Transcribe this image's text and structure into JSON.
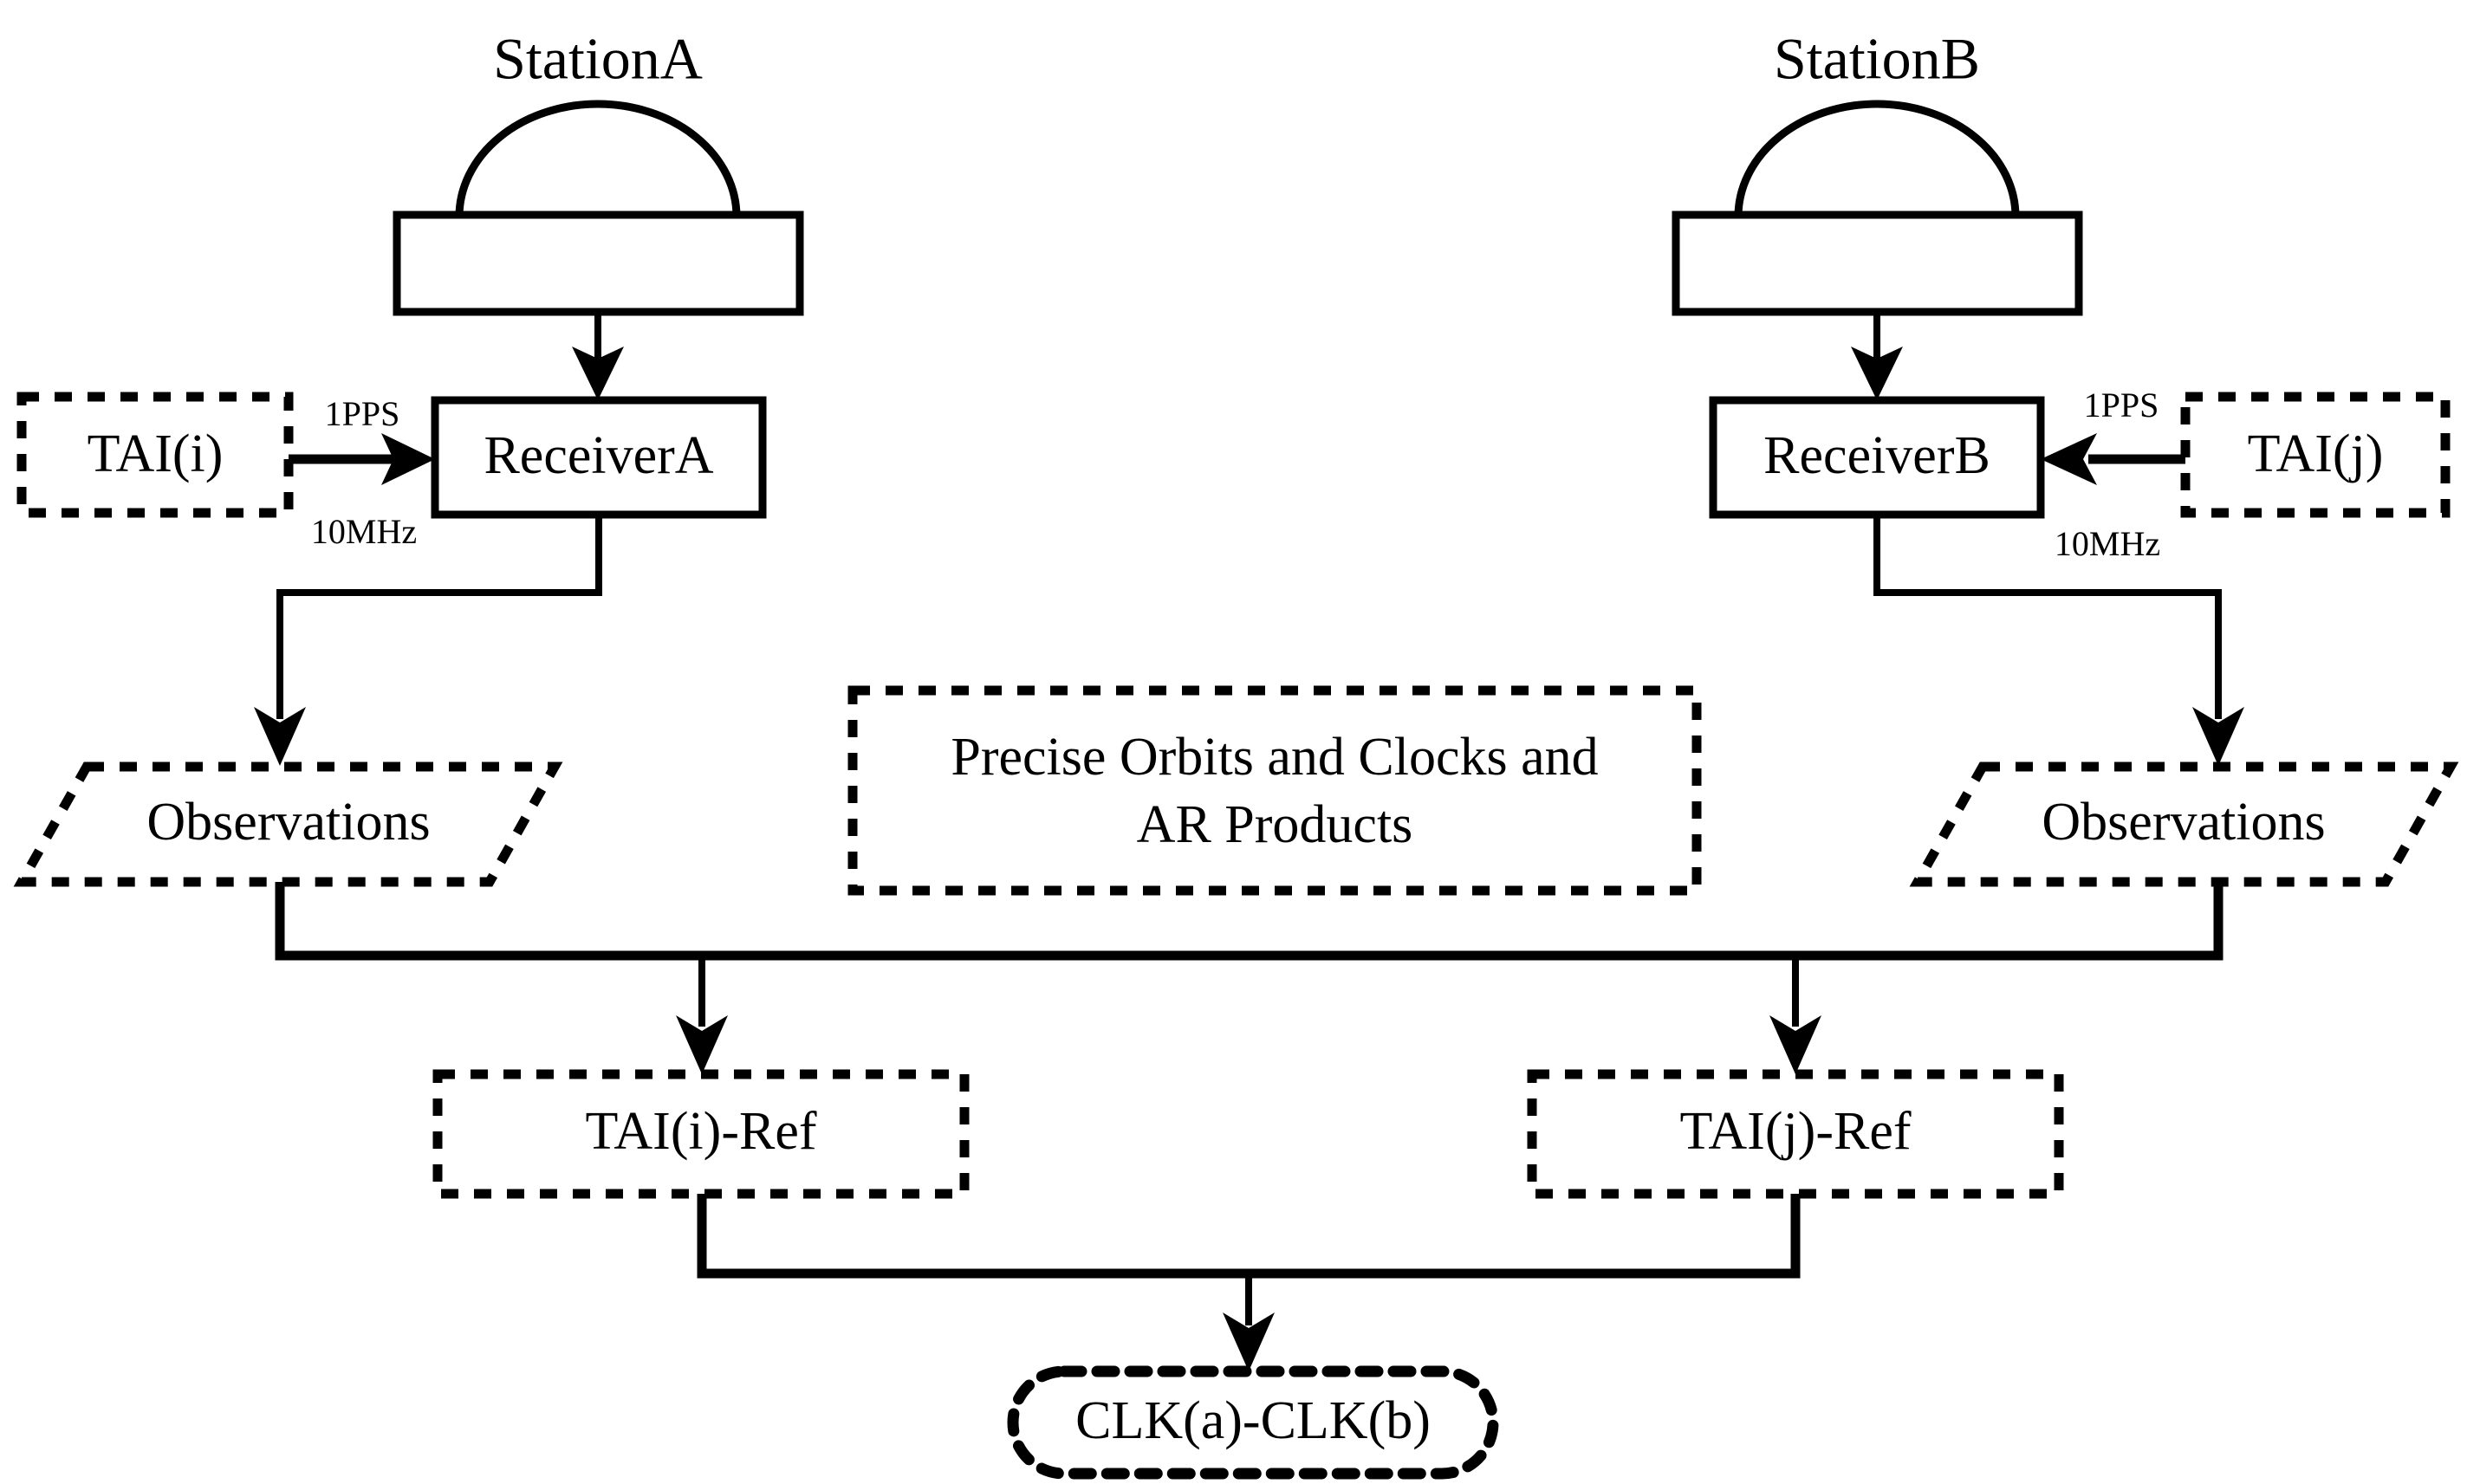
{
  "diagram": {
    "title": "GNSS two-station time transfer block diagram",
    "stroke_color": "#000000",
    "background_color": "#ffffff",
    "nodes": {
      "station_a_label": "StationA",
      "station_b_label": "StationB",
      "antenna_a": "",
      "antenna_b": "",
      "receiver_a": "ReceiverA",
      "receiver_b": "ReceiverB",
      "tai_i": "TAI(i)",
      "tai_j": "TAI(j)",
      "observations_left": "Observations",
      "observations_right": "Observations",
      "products_line1": "Precise Orbits and Clocks  and",
      "products_line2": "AR Products",
      "tai_i_ref": "TAI(i)-Ref",
      "tai_j_ref": "TAI(j)-Ref",
      "clk_diff": "CLK(a)-CLK(b)"
    },
    "edge_labels": {
      "left_1pps": "1PPS",
      "left_10mhz": "10MHz",
      "right_1pps": "1PPS",
      "right_10mhz": "10MHz"
    }
  }
}
